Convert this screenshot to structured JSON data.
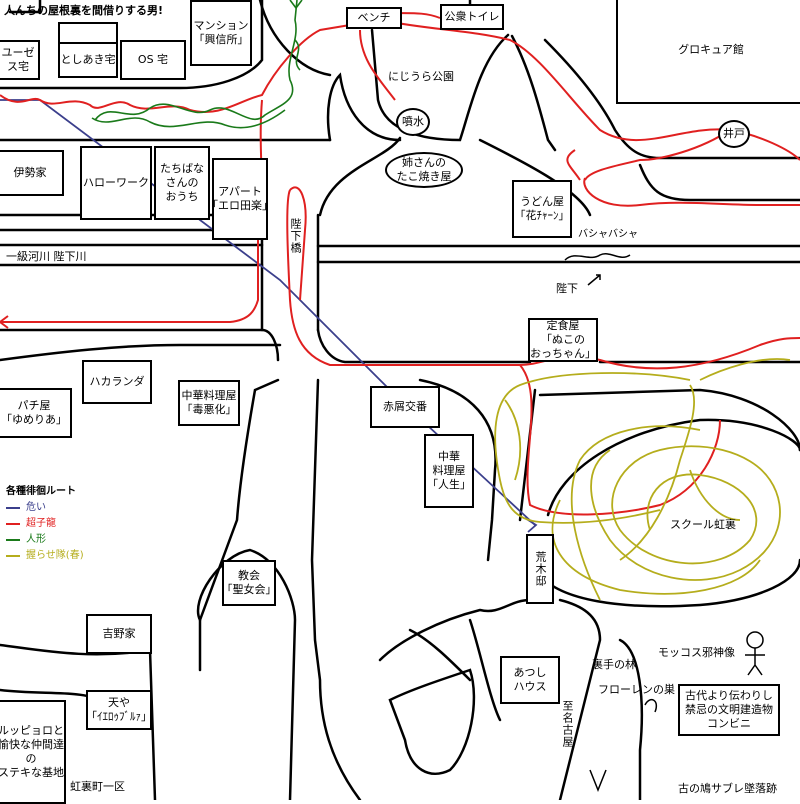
{
  "title": "人んちの屋根裏を間借りする男!",
  "places": {
    "mansion": [
      "マンション",
      "「興信所」"
    ],
    "bench": "ベンチ",
    "toilet": "公衆トイレ",
    "glocure": "グロキュア館",
    "useze": [
      "ユーゼ",
      "ス宅"
    ],
    "toshiaki": "としあき宅",
    "os": "OS 宅",
    "park": "にじうら公園",
    "fountain": "噴水",
    "well": "井戸",
    "takoyaki": [
      "姉さんの",
      "たこ焼き屋"
    ],
    "ise": "伊勢家",
    "hellowork": "ハローワーク",
    "tachibana": [
      "たちばな",
      "さんの",
      "おうち"
    ],
    "apart": [
      "アパート",
      "「エロ田楽」"
    ],
    "udon": [
      "うどん屋",
      "「花ﾁｬｰﾝ」"
    ],
    "bridge": "陛下橋",
    "river": "一級河川 陛下川",
    "basha": "バシャバシャ",
    "heika": "陛下",
    "teishoku": [
      "定食屋",
      "「ぬこの",
      "おっちゃん」"
    ],
    "hakaranda": "ハカランダ",
    "pachi": [
      "パチ屋",
      "「ゆめりあ」"
    ],
    "chuka1": [
      "中華料理屋",
      "「毒悪化」"
    ],
    "koban": "赤屑交番",
    "chuka2": [
      "中華",
      "料理屋",
      "「人生」"
    ],
    "school": "スクール虹裏",
    "araki": "荒木邸",
    "church": [
      "教会",
      "「聖女会」"
    ],
    "yoshino": "吉野家",
    "atsushi": [
      "あつし",
      "ハウス"
    ],
    "forest": "裏手の林",
    "florene": "フローレンの巣",
    "mokkos": "モッコス邪神像",
    "kodai": [
      "古代より伝わりし",
      "禁忌の文明建造物",
      "コンビニ"
    ],
    "tenya": [
      "天や",
      "「ｲｴﾛｩﾌﾞﾙｧ」"
    ],
    "rupiyoro": [
      "ルッピョロと",
      "愉快な仲間達",
      "の",
      "ステキな基地"
    ],
    "town": "虹裏町一区",
    "shimeikoya": "至名古屋",
    "kosable": "古の鳩サブレ墜落跡"
  },
  "legend": {
    "title": "各種徘徊ルート",
    "items": [
      {
        "label": "危い",
        "color": "#3b3f8c"
      },
      {
        "label": "超子龍",
        "color": "#e02020"
      },
      {
        "label": "人形",
        "color": "#1a7a1a"
      },
      {
        "label": "握らせ隊(春)",
        "color": "#b5ad1c"
      }
    ]
  }
}
